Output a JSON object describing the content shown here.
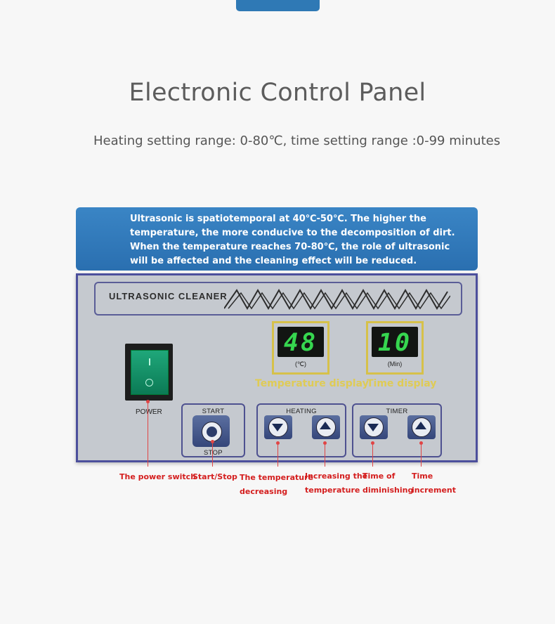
{
  "header": {
    "title": "Electronic Control Panel",
    "subtitle": "Heating setting range: 0-80℃, time setting range :0-99 minutes"
  },
  "note": {
    "lines": [
      "Ultrasonic is spatiotemporal at 40℃-50℃. The higher the",
      "temperature, the more conducive to the decomposition of dirt.",
      "When the temperature reaches 70-80℃, the role of ultrasonic",
      "will be affected and the cleaning effect will be reduced."
    ]
  },
  "panel": {
    "brand": "ULTRASONIC CLEANER",
    "temperature": {
      "value": "48",
      "unit": "(℃)",
      "label": "Temperature display"
    },
    "time": {
      "value": "10",
      "unit": "(Min)",
      "label": "Time display"
    },
    "power_label": "POWER",
    "start_label": "START",
    "stop_label": "STOP",
    "heating_label": "HEATING",
    "timer_label": "TIMER"
  },
  "callouts": {
    "power": "The power switch",
    "startstop": "Start/Stop",
    "temp_down_1": "The temperature",
    "temp_down_2": "decreasing",
    "temp_up_1": "Increasing the",
    "temp_up_2": "temperature",
    "time_down_1": "Time of",
    "time_down_2": "diminishing",
    "time_up_1": "Time",
    "time_up_2": "increment"
  },
  "colors": {
    "accent_blue": "#2f79b5",
    "lcd_green": "#36d64f",
    "label_yellow": "#dfcb55",
    "callout_red": "#d41e1e"
  }
}
